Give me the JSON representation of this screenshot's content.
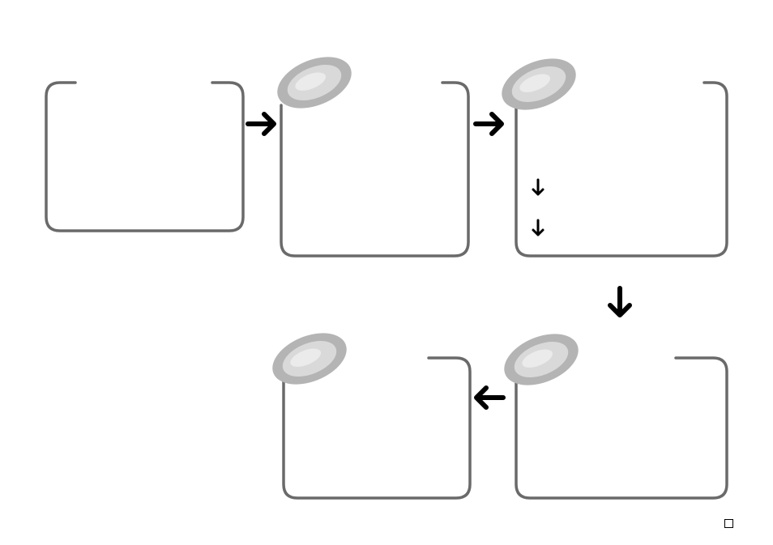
{
  "diagram": {
    "boxes": [
      {
        "id": "box-1",
        "label": ""
      },
      {
        "id": "box-2",
        "label": ""
      },
      {
        "id": "box-3",
        "label": "",
        "list_items": [
          "",
          ""
        ]
      },
      {
        "id": "box-4",
        "label": ""
      },
      {
        "id": "box-5",
        "label": ""
      }
    ],
    "flow": [
      "box-1",
      "box-2",
      "box-3",
      "box-4",
      "box-5"
    ],
    "colors": {
      "frame_stroke": "#6a6a6a",
      "badge_outer": "#b4b4b4",
      "badge_inner": "#d9d9d9",
      "badge_highlight": "#ebebeb",
      "arrow": "#000000"
    }
  }
}
